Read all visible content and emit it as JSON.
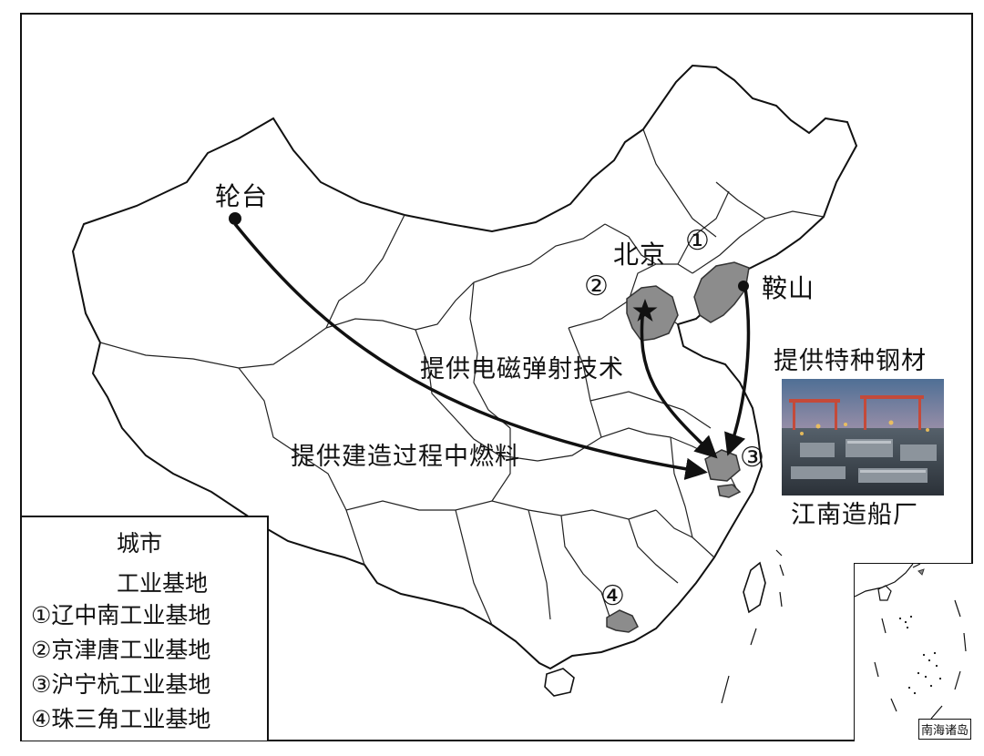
{
  "cities": {
    "luntai": "轮台",
    "beijing": "北京",
    "anshan": "鞍山"
  },
  "bases": {
    "b1": "①",
    "b2": "②",
    "b3": "③",
    "b4": "④"
  },
  "flows": {
    "tech": "提供电磁弹射技术",
    "fuel": "提供建造过程中燃料",
    "steel": "提供特种钢材"
  },
  "destination": "江南造船厂",
  "legend": {
    "city_symbol_label": "城市",
    "base_symbol_label": "工业基地",
    "items": [
      "①辽中南工业基地",
      "②京津唐工业基地",
      "③沪宁杭工业基地",
      "④珠三角工业基地"
    ]
  },
  "inset_label": "南海诸岛",
  "colors": {
    "base_fill": "#8c8c8c",
    "border": "#111111",
    "arrow": "#111111"
  }
}
